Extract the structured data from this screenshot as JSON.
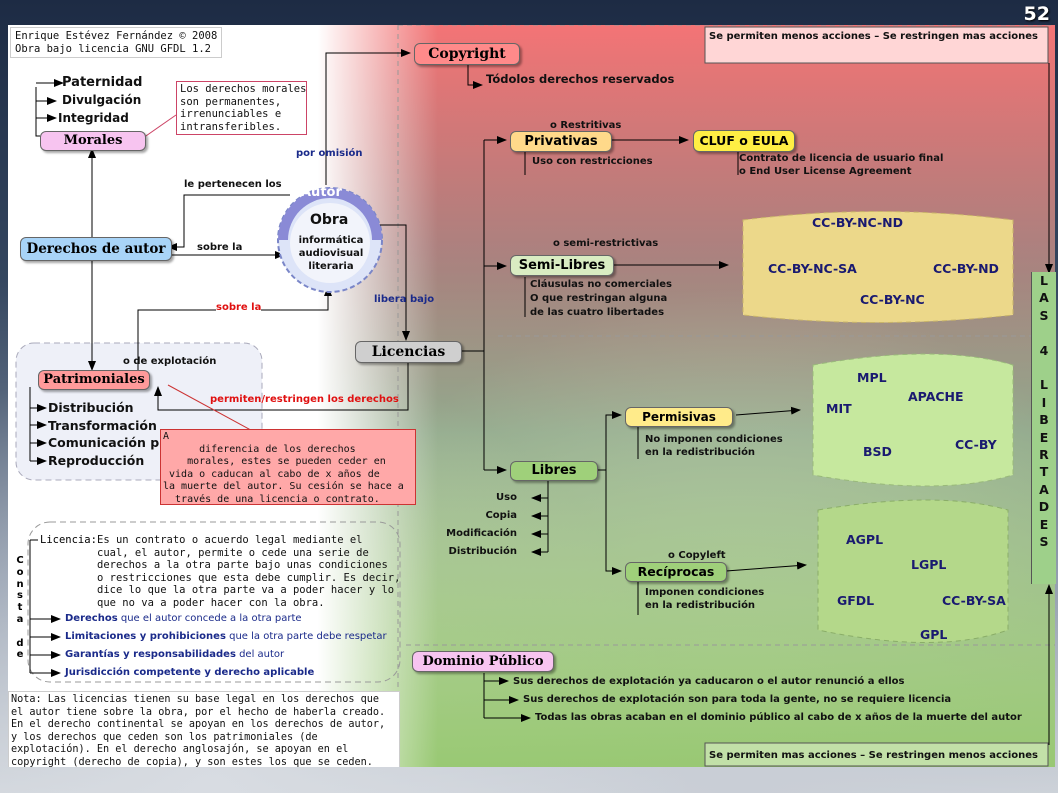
{
  "page_number": "52",
  "credits": {
    "line1": "Enrique Estévez Fernández © 2008",
    "line2": "Obra bajo licencia GNU GFDL 1.2"
  },
  "banner_top": "Se permiten menos acciones – Se restringen mas acciones",
  "banner_bottom": "Se permiten mas acciones – Se restringen menos acciones",
  "side_label": [
    "L",
    "A",
    "S",
    "",
    "4",
    "",
    "L",
    "I",
    "B",
    "E",
    "R",
    "T",
    "A",
    "D",
    "E",
    "S"
  ],
  "morales": {
    "title": "Morales",
    "items": [
      "Paternidad",
      "Divulgación",
      "Integridad"
    ],
    "note": "Los derechos morales\nson permanentes,\nirrenunciables e\nintransferibles."
  },
  "derechos_autor": "Derechos de autor",
  "center": {
    "autor": "Autor",
    "obra": "Obra",
    "desc": [
      "informática",
      "audiovisual",
      "literaria"
    ]
  },
  "edge_labels": {
    "por_omision": "por omisión",
    "le_pertenecen": "le pertenecen los",
    "sobre_la": "sobre la",
    "sobre_la_red": "sobre la",
    "libera_bajo": "libera bajo",
    "de_explotacion": "o de explotación",
    "permiten": "permiten/restringen los derechos"
  },
  "copyright": {
    "title": "Copyright",
    "desc": "Tódolos derechos reservados"
  },
  "licencias": "Licencias",
  "privativas": {
    "pre": "o Restritivas",
    "title": "Privativas",
    "desc": "Uso con restricciones"
  },
  "cluf": {
    "title": "CLUF o EULA",
    "desc": [
      "Contrato de licencia de usuario final",
      "o End User License Agreement"
    ]
  },
  "semilibres": {
    "pre": "o semi-restrictivas",
    "title": "Semi-Libres",
    "desc": [
      "Cláusulas no comerciales",
      "O que restringan alguna",
      "de las cuatro libertades"
    ]
  },
  "cc_nc": [
    "CC-BY-NC-ND",
    "CC-BY-NC-SA",
    "CC-BY-ND",
    "CC-BY-NC"
  ],
  "patrimoniales": {
    "title": "Patrimoniales",
    "items": [
      "Distribución",
      "Transformación",
      "Comunicación pública",
      "Reproducción"
    ],
    "note": "A\n      diferencia de los derechos\n    morales, estes se pueden ceder en\n vida o caducan al cabo de x años de\nla muerte del autor. Su cesión se hace a\n  través de una licencia o contrato."
  },
  "permisivas": {
    "title": "Permisivas",
    "desc": [
      "No imponen condiciones",
      "en la redistribución"
    ]
  },
  "permissive_list": [
    "MPL",
    "APACHE",
    "MIT",
    "BSD",
    "CC-BY"
  ],
  "libres": {
    "title": "Libres",
    "freedoms": [
      "Uso",
      "Copia",
      "Modificación",
      "Distribución"
    ]
  },
  "reciprocas": {
    "pre": "o Copyleft",
    "title": "Recíprocas",
    "desc": [
      "Imponen condiciones",
      "en la redistribución"
    ]
  },
  "copyleft_list": [
    "AGPL",
    "LGPL",
    "GFDL",
    "CC-BY-SA",
    "GPL"
  ],
  "licencia_def": {
    "label": "Licencia:",
    "text": "Es un contrato o acuerdo legal mediante el\ncual, el autor, permite o cede una serie de\nderechos a la otra parte bajo unas condiciones\no restricciones que esta debe cumplir. Es decir,\ndice lo que la otra parte va a poder hacer y lo\nque no va a poder hacer con la obra.",
    "consta": [
      "C",
      "o",
      "n",
      "s",
      "t",
      "a",
      "",
      "d",
      "e"
    ],
    "points": [
      {
        "b": "Derechos",
        "r": " que el autor concede a la otra parte"
      },
      {
        "b": "Limitaciones y prohibiciones",
        "r": " que la otra parte debe respetar"
      },
      {
        "b": "Garantías y responsabilidades",
        "r": " del autor"
      },
      {
        "b": "Jurisdicción competente y derecho aplicable",
        "r": ""
      }
    ]
  },
  "nota": "Nota: Las licencias tienen su base legal en los derechos que\nel autor tiene sobre la obra, por el hecho de haberla creado.\nEn el derecho continental se apoyan en los derechos de autor,\ny los derechos que ceden son los patrimoniales (de\nexplotación). En el derecho anglosajón, se apoyan en el\ncopyright (derecho de copia), y son estes los que se ceden.",
  "dominio": {
    "title": "Dominio Público",
    "items": [
      "Sus derechos de explotación ya caducaron o el autor renunció a ellos",
      "Sus derechos de explotación son para toda la gente, no se requiere licencia",
      "Todas las obras acaban en el dominio público al cabo de x años de la muerte del autor"
    ]
  }
}
